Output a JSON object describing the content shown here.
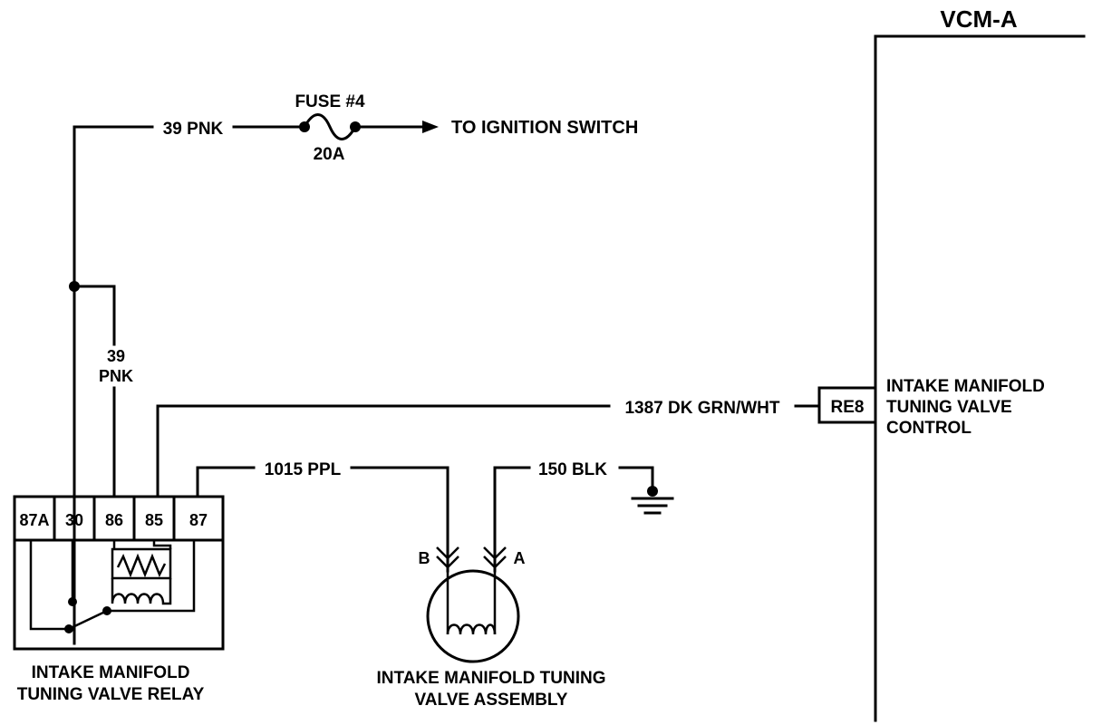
{
  "module": {
    "title": "VCM-A"
  },
  "circuit_top": {
    "wire_label": "39 PNK",
    "fuse_name": "FUSE #4",
    "fuse_rating": "20A",
    "destination": "TO IGNITION SWITCH"
  },
  "branch": {
    "wire_number": "39",
    "wire_color": "PNK"
  },
  "control_wire": {
    "label": "1387 DK GRN/WHT",
    "terminal": "RE8"
  },
  "control_function": {
    "line1": "INTAKE MANIFOLD",
    "line2": "TUNING VALVE",
    "line3": "CONTROL"
  },
  "output_wire": {
    "label": "1015 PPL"
  },
  "ground_wire": {
    "label": "150 BLK"
  },
  "relay": {
    "pins": [
      "87A",
      "30",
      "86",
      "85",
      "87"
    ],
    "name_line1": "INTAKE MANIFOLD",
    "name_line2": "TUNING VALVE RELAY"
  },
  "valve": {
    "pin_b": "B",
    "pin_a": "A",
    "name_line1": "INTAKE MANIFOLD TUNING",
    "name_line2": "VALVE ASSEMBLY"
  }
}
